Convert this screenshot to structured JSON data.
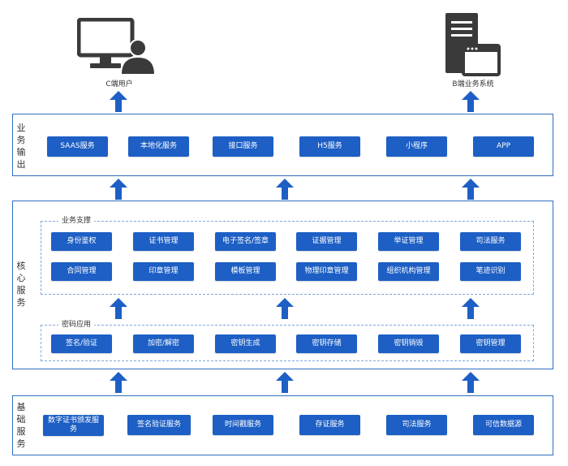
{
  "colors": {
    "accent": "#1d5fc5",
    "frame": "#2f6fc0",
    "dashed": "#7fa6dc",
    "icon": "#3a3a3a"
  },
  "top": {
    "c_user_label": "C端用户",
    "b_system_label": "B端业务系统"
  },
  "output_layer": {
    "label_chars": [
      "业",
      "务",
      "输",
      "出"
    ],
    "items": [
      "SAAS服务",
      "本地化服务",
      "接口服务",
      "H5服务",
      "小程序",
      "APP"
    ]
  },
  "core_layer": {
    "label_chars": [
      "核",
      "心",
      "服",
      "务"
    ],
    "business_group": {
      "title": "业务支撑",
      "row1": [
        "身份鉴权",
        "证书管理",
        "电子签名/签章",
        "证据管理",
        "举证管理",
        "司法服务"
      ],
      "row2": [
        "合同管理",
        "印章管理",
        "模板管理",
        "物理印章管理",
        "组织机构管理",
        "笔迹识别"
      ]
    },
    "crypto_group": {
      "title": "密码应用",
      "items": [
        "签名/验证",
        "加密/解密",
        "密钥生成",
        "密钥存储",
        "密钥销毁",
        "密钥管理"
      ]
    }
  },
  "base_layer": {
    "label_chars": [
      "基",
      "础",
      "服",
      "务"
    ],
    "items": [
      "数字证书颁发服务",
      "签名验证服务",
      "时间戳服务",
      "存证服务",
      "司法服务",
      "可信数据源"
    ]
  }
}
